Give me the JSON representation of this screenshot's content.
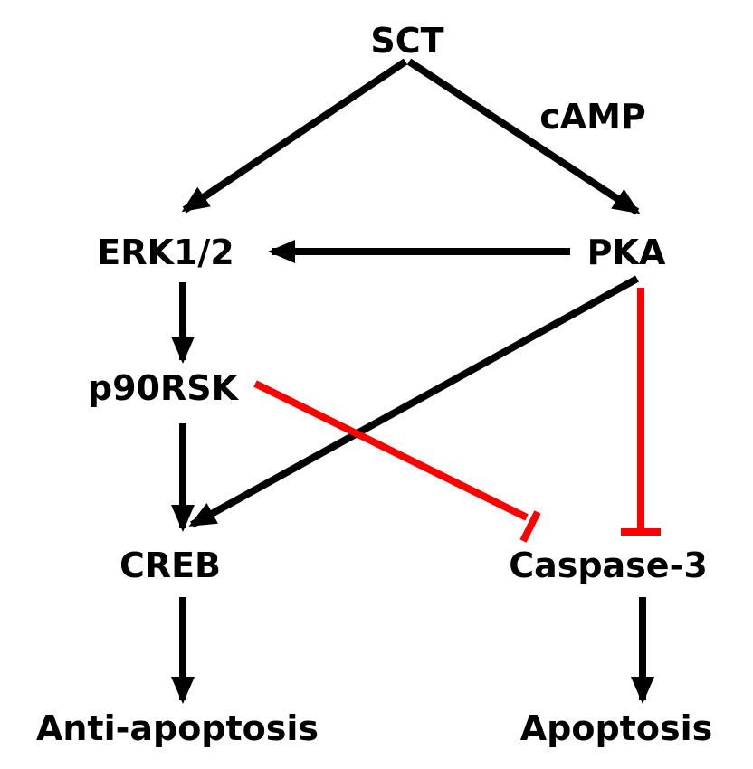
{
  "nodes": {
    "sct": "SCT",
    "erk": "ERK1/2",
    "pka": "PKA",
    "p90rsk": "p90RSK",
    "creb": "CREB",
    "caspase3": "Caspase-3",
    "anti_apoptosis": "Anti-apoptosis",
    "apoptosis": "Apoptosis"
  },
  "edge_labels": {
    "camp": "cAMP"
  },
  "colors": {
    "activation": "#000000",
    "inhibition": "#ff0000",
    "text": "#000000",
    "background": "#ffffff"
  }
}
